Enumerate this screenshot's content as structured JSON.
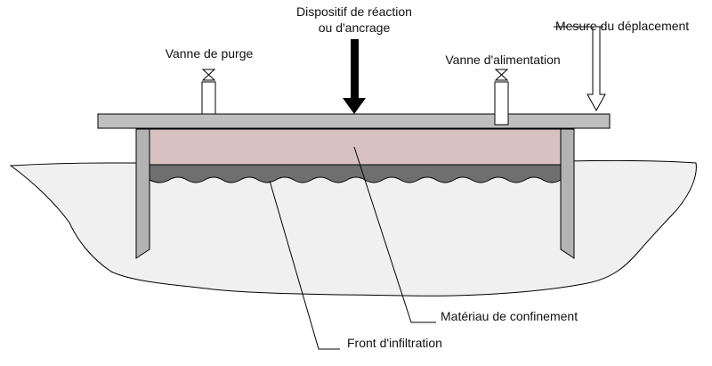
{
  "labels": {
    "reaction_line1": "Dispositif de réaction",
    "reaction_line2": "ou d'ancrage",
    "displacement": "Mesure du déplacement",
    "purge_valve": "Vanne de purge",
    "feed_valve": "Vanne d'alimentation",
    "confinement_material": "Matériau de confinement",
    "infiltration_front": "Front d'infiltration"
  },
  "colors": {
    "soil": "#f0f0f0",
    "plate": "#bfbfbf",
    "ring": "#b3b3b3",
    "confinement": "#d7c1c1",
    "wetted_zone": "#6f6f6f",
    "outline": "#000000"
  }
}
